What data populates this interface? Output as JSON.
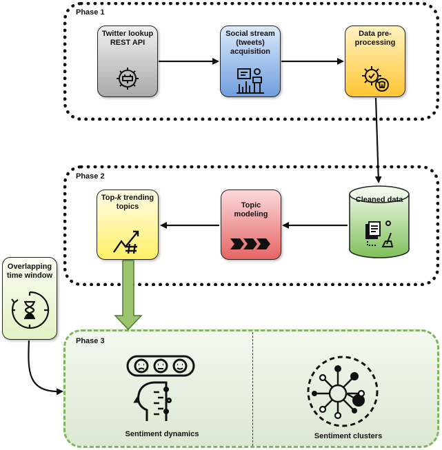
{
  "phases": {
    "p1": "Phase 1",
    "p2": "Phase 2",
    "p3": "Phase 3"
  },
  "nodes": {
    "twitter": "Twitter lookup REST API",
    "social": "Social stream (tweets) acquisition",
    "preprocess": "Data pre-processing",
    "cleaned": "Cleaned data",
    "topic_modeling": "Topic modeling",
    "topk_prefix": "Top-",
    "topk_k": "k",
    "topk_suffix": " trending topics",
    "window": "Overlapping time window"
  },
  "outputs": {
    "dynamics": "Sentiment dynamics",
    "clusters": "Sentiment clusters"
  },
  "icons": {
    "twitter": "plug-gear-icon",
    "social": "presentation-person-icon",
    "preprocess": "gear-check-icon",
    "cleaned": "documents-broom-icon",
    "topic_modeling": "chevrons-icon",
    "topk": "trend-hashtag-icon",
    "window": "hourglass-clock-icon",
    "dynamics": "emotion-head-icon",
    "clusters": "network-cluster-icon"
  },
  "colors": {
    "twitter": "#c9c9c9",
    "social": "#8fb4e6",
    "preprocess": "#ffd24d",
    "cleaned": "#8cc86a",
    "topic_modeling": "#ea6f6f",
    "topk": "#fff27a",
    "window": "#eef7d6",
    "phase3_border": "#7fb55e"
  }
}
